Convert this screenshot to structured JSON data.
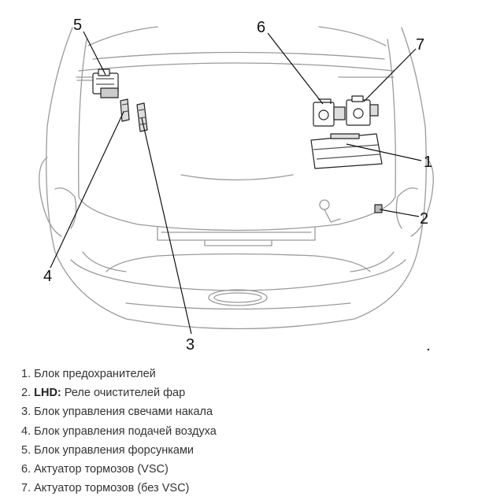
{
  "callouts": [
    {
      "num": "1"
    },
    {
      "num": "2"
    },
    {
      "num": "3"
    },
    {
      "num": "4"
    },
    {
      "num": "5"
    },
    {
      "num": "6"
    },
    {
      "num": "7"
    }
  ],
  "legend": [
    {
      "text": "1. Блок предохранителей"
    },
    {
      "prefix": "2. ",
      "bold": "LHD:",
      "rest": " Реле очистителей фар"
    },
    {
      "text": "3. Блок управления свечами накала"
    },
    {
      "text": "4. Блок управления подачей воздуха"
    },
    {
      "text": "5. Блок управления форсунками"
    },
    {
      "text": "6. Актуатор тормозов (VSC)"
    },
    {
      "text": "7. Актуатор тормозов (без VSC)"
    }
  ]
}
